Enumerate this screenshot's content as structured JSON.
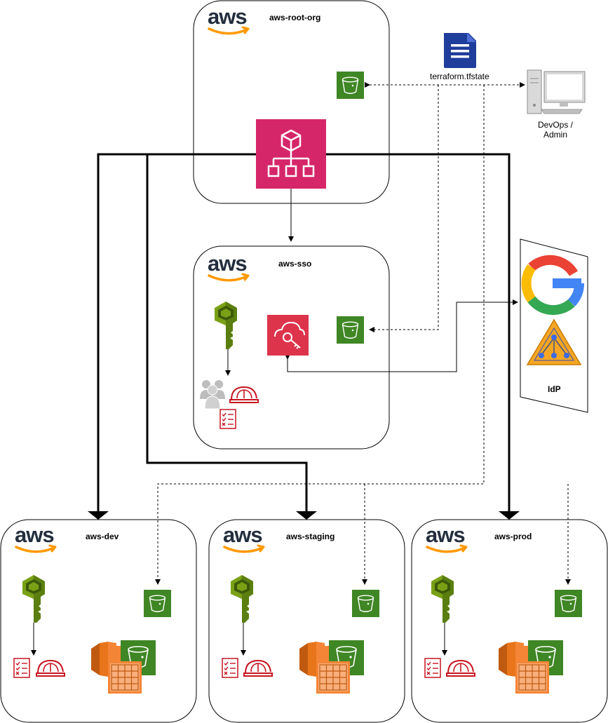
{
  "accounts": {
    "root": {
      "label": "aws-root-org"
    },
    "sso": {
      "label": "aws-sso"
    },
    "dev": {
      "label": "aws-dev"
    },
    "staging": {
      "label": "aws-staging"
    },
    "prod": {
      "label": "aws-prod"
    }
  },
  "logo_text": "aws",
  "state_file": {
    "label": "terraform.tfstate"
  },
  "admin": {
    "label_line1": "DevOps /",
    "label_line2": "Admin"
  },
  "idp": {
    "label": "IdP"
  },
  "colors": {
    "s3_green": "#3f8624",
    "iam_green": "#7aa116",
    "org_pink": "#d6266a",
    "sso_red": "#dd344c",
    "ec2_orange": "#ed7100",
    "file_blue": "#1f3d9b",
    "aws_orange": "#ff9900",
    "aws_dark": "#232f3e"
  }
}
